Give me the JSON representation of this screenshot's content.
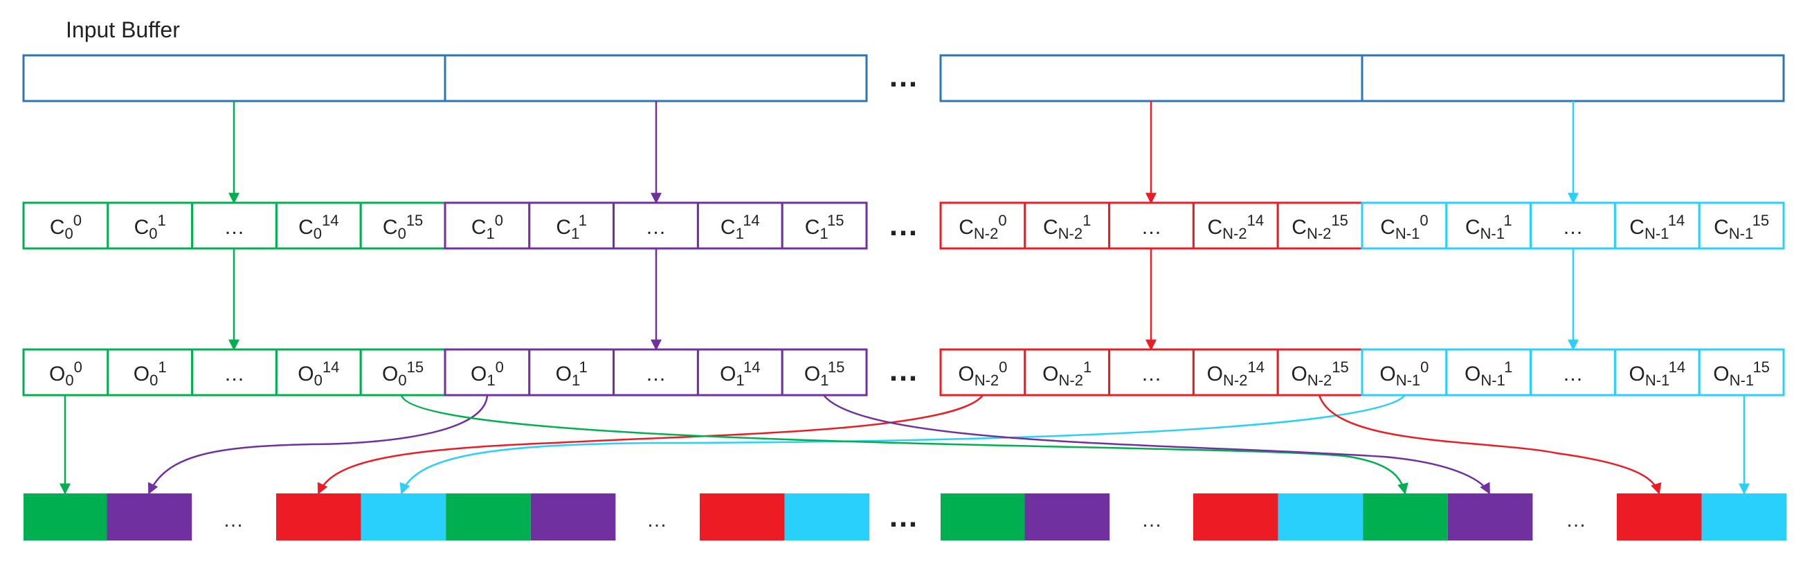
{
  "title": "Input Buffer",
  "ellipsis": "…",
  "colors": {
    "buffer": "#2E75B6",
    "green": "#00B050",
    "purple": "#7030A0",
    "red": "#ED1C24",
    "cyan": "#29D0FB"
  },
  "groups": [
    {
      "color": "green",
      "c_cells": [
        {
          "base": "C",
          "sub": "0",
          "sup": "0"
        },
        {
          "base": "C",
          "sub": "0",
          "sup": "1"
        },
        {
          "ellipsis": true
        },
        {
          "base": "C",
          "sub": "0",
          "sup": "14"
        },
        {
          "base": "C",
          "sub": "0",
          "sup": "15"
        }
      ],
      "o_cells": [
        {
          "base": "O",
          "sub": "0",
          "sup": "0"
        },
        {
          "base": "O",
          "sub": "0",
          "sup": "1"
        },
        {
          "ellipsis": true
        },
        {
          "base": "O",
          "sub": "0",
          "sup": "14"
        },
        {
          "base": "O",
          "sub": "0",
          "sup": "15"
        }
      ]
    },
    {
      "color": "purple",
      "c_cells": [
        {
          "base": "C",
          "sub": "1",
          "sup": "0"
        },
        {
          "base": "C",
          "sub": "1",
          "sup": "1"
        },
        {
          "ellipsis": true
        },
        {
          "base": "C",
          "sub": "1",
          "sup": "14"
        },
        {
          "base": "C",
          "sub": "1",
          "sup": "15"
        }
      ],
      "o_cells": [
        {
          "base": "O",
          "sub": "1",
          "sup": "0"
        },
        {
          "base": "O",
          "sub": "1",
          "sup": "1"
        },
        {
          "ellipsis": true
        },
        {
          "base": "O",
          "sub": "1",
          "sup": "14"
        },
        {
          "base": "O",
          "sub": "1",
          "sup": "15"
        }
      ]
    },
    {
      "color": "red",
      "c_cells": [
        {
          "base": "C",
          "sub": "N-2",
          "sup": "0"
        },
        {
          "base": "C",
          "sub": "N-2",
          "sup": "1"
        },
        {
          "ellipsis": true
        },
        {
          "base": "C",
          "sub": "N-2",
          "sup": "14"
        },
        {
          "base": "C",
          "sub": "N-2",
          "sup": "15"
        }
      ],
      "o_cells": [
        {
          "base": "O",
          "sub": "N-2",
          "sup": "0"
        },
        {
          "base": "O",
          "sub": "N-2",
          "sup": "1"
        },
        {
          "ellipsis": true
        },
        {
          "base": "O",
          "sub": "N-2",
          "sup": "14"
        },
        {
          "base": "O",
          "sub": "N-2",
          "sup": "15"
        }
      ]
    },
    {
      "color": "cyan",
      "c_cells": [
        {
          "base": "C",
          "sub": "N-1",
          "sup": "0"
        },
        {
          "base": "C",
          "sub": "N-1",
          "sup": "1"
        },
        {
          "ellipsis": true
        },
        {
          "base": "C",
          "sub": "N-1",
          "sup": "14"
        },
        {
          "base": "C",
          "sub": "N-1",
          "sup": "15"
        }
      ],
      "o_cells": [
        {
          "base": "O",
          "sub": "N-1",
          "sup": "0"
        },
        {
          "base": "O",
          "sub": "N-1",
          "sup": "1"
        },
        {
          "ellipsis": true
        },
        {
          "base": "O",
          "sub": "N-1",
          "sup": "14"
        },
        {
          "base": "O",
          "sub": "N-1",
          "sup": "15"
        }
      ]
    }
  ],
  "output_row": [
    "green",
    "purple",
    "ellipsis",
    "red",
    "cyan",
    "green",
    "purple",
    "ellipsis",
    "red",
    "cyan",
    "big-ellipsis",
    "green",
    "purple",
    "ellipsis",
    "red",
    "cyan",
    "green",
    "purple",
    "ellipsis",
    "red",
    "cyan"
  ]
}
